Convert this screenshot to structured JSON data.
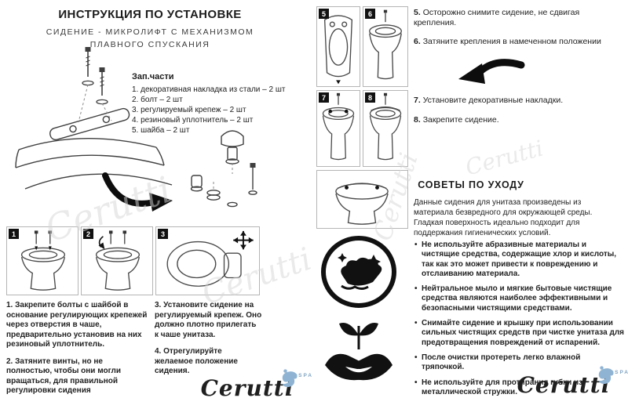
{
  "colors": {
    "brand_blue": "#8fb4d3",
    "ink": "#1c1c1c",
    "line_art": "#4a4a4a",
    "watermark": "#d6d6d6"
  },
  "header": {
    "title": "ИНСТРУКЦИЯ ПО УСТАНОВКЕ",
    "subtitle": "СИДЕНИЕ - МИКРОЛИФТ С МЕХАНИЗМОМ ПЛАВНОГО СПУСКАНИЯ"
  },
  "parts": {
    "heading": "Зап.части",
    "items": [
      "1. декоративная накладка из стали – 2 шт",
      "2. болт – 2 шт",
      "3. регулируемый крепеж – 2 шт",
      "4. резиновый уплотнитель – 2 шт",
      "5. шайба – 2 шт"
    ]
  },
  "figures": {
    "labels": [
      "1",
      "2",
      "3",
      "5",
      "6",
      "7",
      "8"
    ]
  },
  "steps_left": [
    {
      "num": "1.",
      "text": "Закрепите болты с шайбой в основание регулирующих крепежей через отверстия в чаше, предварительно установив на них резиновый уплотнитель."
    },
    {
      "num": "2.",
      "text": "Затяните винты, но не полностью, чтобы они могли вращаться, для правильной регулировки сидения"
    },
    {
      "num": "3.",
      "text": "Установите сидение на регулируемый крепеж. Оно должно плотно прилегать к чаше унитаза."
    },
    {
      "num": "4.",
      "text": "Отрегулируйте желаемое положение сидения."
    }
  ],
  "steps_right": [
    {
      "num": "5.",
      "text": "Осторожно снимите сидение, не сдвигая крепления."
    },
    {
      "num": "6.",
      "text": "Затяните крепления в намеченном положении"
    },
    {
      "num": "7.",
      "text": "Установите декоративные накладки."
    },
    {
      "num": "8.",
      "text": "Закрепите сидение."
    }
  ],
  "care": {
    "heading": "СОВЕТЫ ПО УХОДУ",
    "intro": "Данные сидения для унитаза произведены из материала безвредного для окружающей среды. Гладкая поверхность идеально подходит для поддержания гигиенических условий.",
    "bullets": [
      "Не используйте абразивные материалы и чистящие средства, содержащие хлор и кислоты, так как это может привести к повреждению и отслаиванию материала.",
      "Нейтральное мыло и мягкие бытовые чистящие средства являются наиболее эффективными и безопасными чистящими средствами.",
      "Снимайте сидение и крышку при использовании сильных чистящих средств при чистке унитаза для предотвращения повреждений от испарений.",
      "После очистки протереть легко влажной тряпочкой.",
      "Не используйте для протирания губки из металлической стружки."
    ]
  },
  "brand": {
    "name": "Cerutti",
    "spa": "SPA"
  }
}
